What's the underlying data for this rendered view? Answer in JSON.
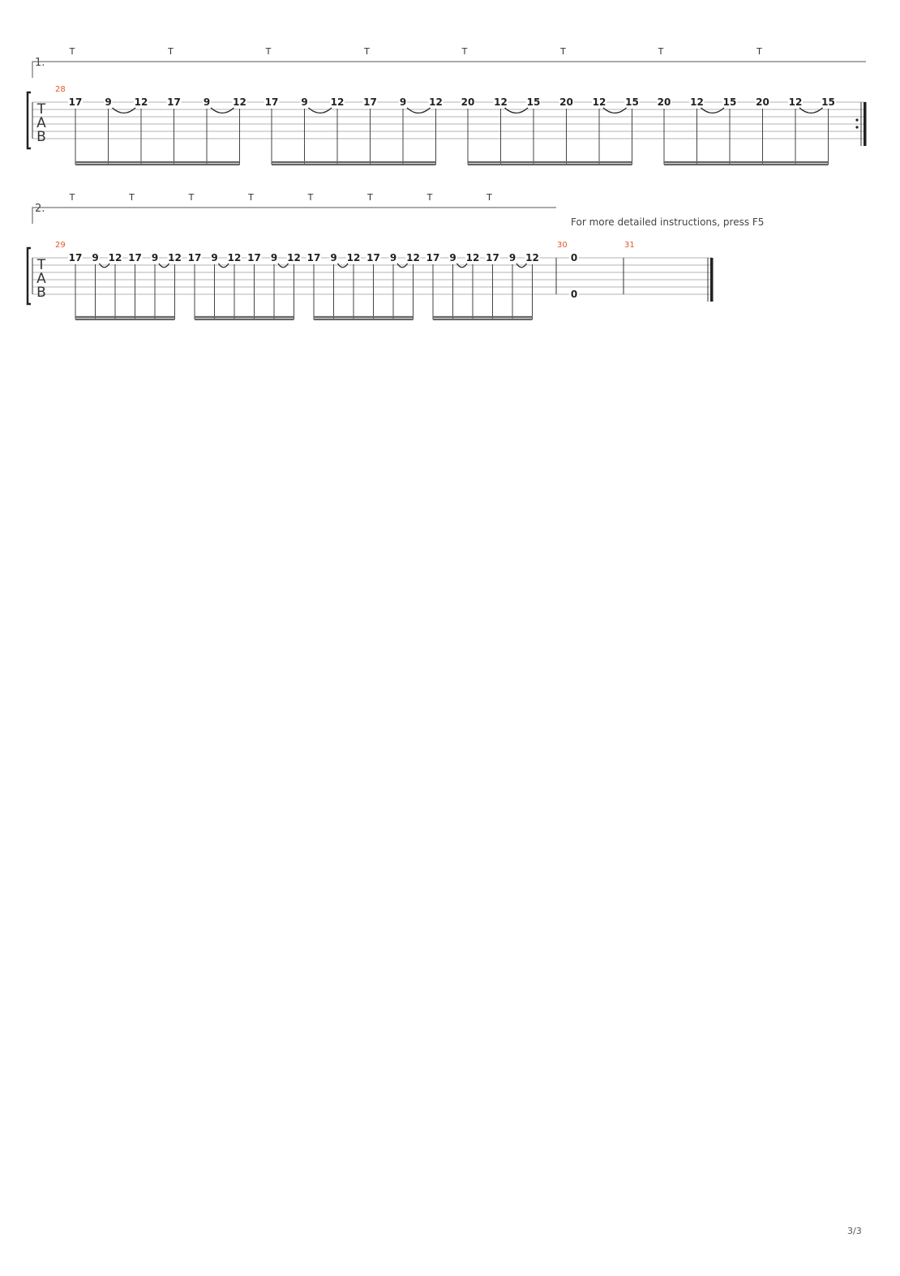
{
  "instrument_clef": [
    "T",
    "A",
    "B"
  ],
  "tap_mark": "T",
  "note_text": "For more detailed instructions, press F5",
  "page_number": "3/3",
  "systems": [
    {
      "volta": "1.",
      "measures": [
        {
          "number": "28",
          "notes": [
            {
              "fret": "17",
              "string": 1,
              "tap": true
            },
            {
              "fret": "9",
              "string": 1
            },
            {
              "fret": "12",
              "string": 1
            },
            {
              "fret": "17",
              "string": 1,
              "tap": true
            },
            {
              "fret": "9",
              "string": 1
            },
            {
              "fret": "12",
              "string": 1
            },
            {
              "fret": "17",
              "string": 1,
              "tap": true
            },
            {
              "fret": "9",
              "string": 1
            },
            {
              "fret": "12",
              "string": 1
            },
            {
              "fret": "17",
              "string": 1,
              "tap": true
            },
            {
              "fret": "9",
              "string": 1
            },
            {
              "fret": "12",
              "string": 1
            },
            {
              "fret": "20",
              "string": 1,
              "tap": true
            },
            {
              "fret": "12",
              "string": 1
            },
            {
              "fret": "15",
              "string": 1
            },
            {
              "fret": "20",
              "string": 1,
              "tap": true
            },
            {
              "fret": "12",
              "string": 1
            },
            {
              "fret": "15",
              "string": 1
            },
            {
              "fret": "20",
              "string": 1,
              "tap": true
            },
            {
              "fret": "12",
              "string": 1
            },
            {
              "fret": "15",
              "string": 1
            },
            {
              "fret": "20",
              "string": 1,
              "tap": true
            },
            {
              "fret": "12",
              "string": 1
            },
            {
              "fret": "15",
              "string": 1
            }
          ]
        }
      ]
    },
    {
      "volta": "2.",
      "measures": [
        {
          "number": "29",
          "notes": [
            {
              "fret": "17",
              "string": 1,
              "tap": true
            },
            {
              "fret": "9",
              "string": 1
            },
            {
              "fret": "12",
              "string": 1
            },
            {
              "fret": "17",
              "string": 1
            },
            {
              "fret": "9",
              "string": 1
            },
            {
              "fret": "12",
              "string": 1
            },
            {
              "fret": "17",
              "string": 1,
              "tap": true
            },
            {
              "fret": "9",
              "string": 1
            },
            {
              "fret": "12",
              "string": 1
            },
            {
              "fret": "17",
              "string": 1
            },
            {
              "fret": "9",
              "string": 1
            },
            {
              "fret": "12",
              "string": 1
            },
            {
              "fret": "17",
              "string": 1,
              "tap": true
            },
            {
              "fret": "9",
              "string": 1
            },
            {
              "fret": "12",
              "string": 1
            },
            {
              "fret": "17",
              "string": 1
            },
            {
              "fret": "9",
              "string": 1
            },
            {
              "fret": "12",
              "string": 1
            },
            {
              "fret": "17",
              "string": 1,
              "tap": true
            },
            {
              "fret": "9",
              "string": 1
            },
            {
              "fret": "12",
              "string": 1
            },
            {
              "fret": "17",
              "string": 1
            },
            {
              "fret": "9",
              "string": 1
            },
            {
              "fret": "12",
              "string": 1
            }
          ]
        },
        {
          "number": "30",
          "notes": [
            {
              "fret": "0",
              "string": 1
            },
            {
              "fret": "0",
              "string": 6
            }
          ]
        },
        {
          "number": "31",
          "notes": []
        }
      ]
    }
  ]
}
